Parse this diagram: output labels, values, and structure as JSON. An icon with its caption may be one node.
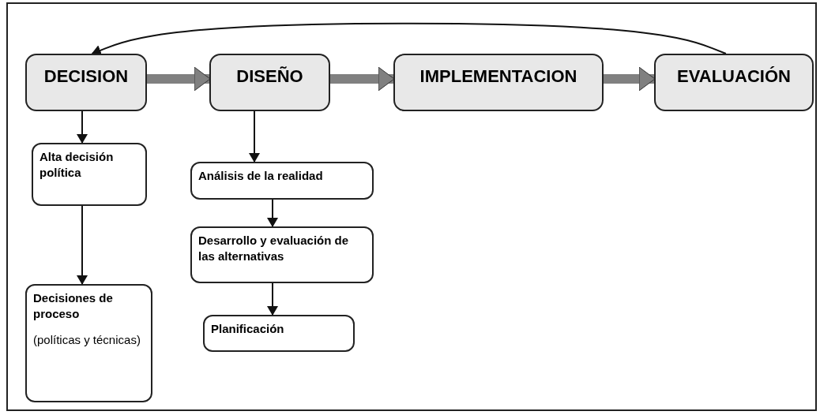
{
  "diagram": {
    "nodes": [
      {
        "text": [
          "DECISION"
        ]
      },
      {
        "text": [
          "DISEÑO"
        ]
      },
      {
        "text": [
          "IMPLEMENTACION"
        ]
      },
      {
        "text": [
          "EVALUACIÓN"
        ]
      },
      {
        "text": [
          "Alta decisión política"
        ]
      },
      {
        "text": [
          "Decisiones de proceso",
          "(políticas y técnicas)"
        ]
      },
      {
        "text": [
          "Análisis de la realidad"
        ]
      },
      {
        "text": [
          "Desarrollo y evaluación de las alternativas"
        ]
      },
      {
        "text": [
          "Planificación"
        ]
      }
    ],
    "edges": [
      {
        "from": 0,
        "to": 1,
        "arrow": "to",
        "style": "thick",
        "color": "#808080"
      },
      {
        "from": 1,
        "to": 2,
        "arrow": "to",
        "style": "thick",
        "color": "#808080"
      },
      {
        "from": 2,
        "to": 3,
        "arrow": "to",
        "style": "thick",
        "color": "#808080"
      },
      {
        "from": 3,
        "to": 0,
        "arrow": "to"
      },
      {
        "from": 0,
        "to": 4,
        "arrow": "to"
      },
      {
        "from": 4,
        "to": 5,
        "arrow": "to"
      },
      {
        "from": 1,
        "to": 6,
        "arrow": "to"
      },
      {
        "from": 6,
        "to": 7,
        "arrow": "to"
      },
      {
        "from": 7,
        "to": 8,
        "arrow": "to"
      }
    ]
  }
}
